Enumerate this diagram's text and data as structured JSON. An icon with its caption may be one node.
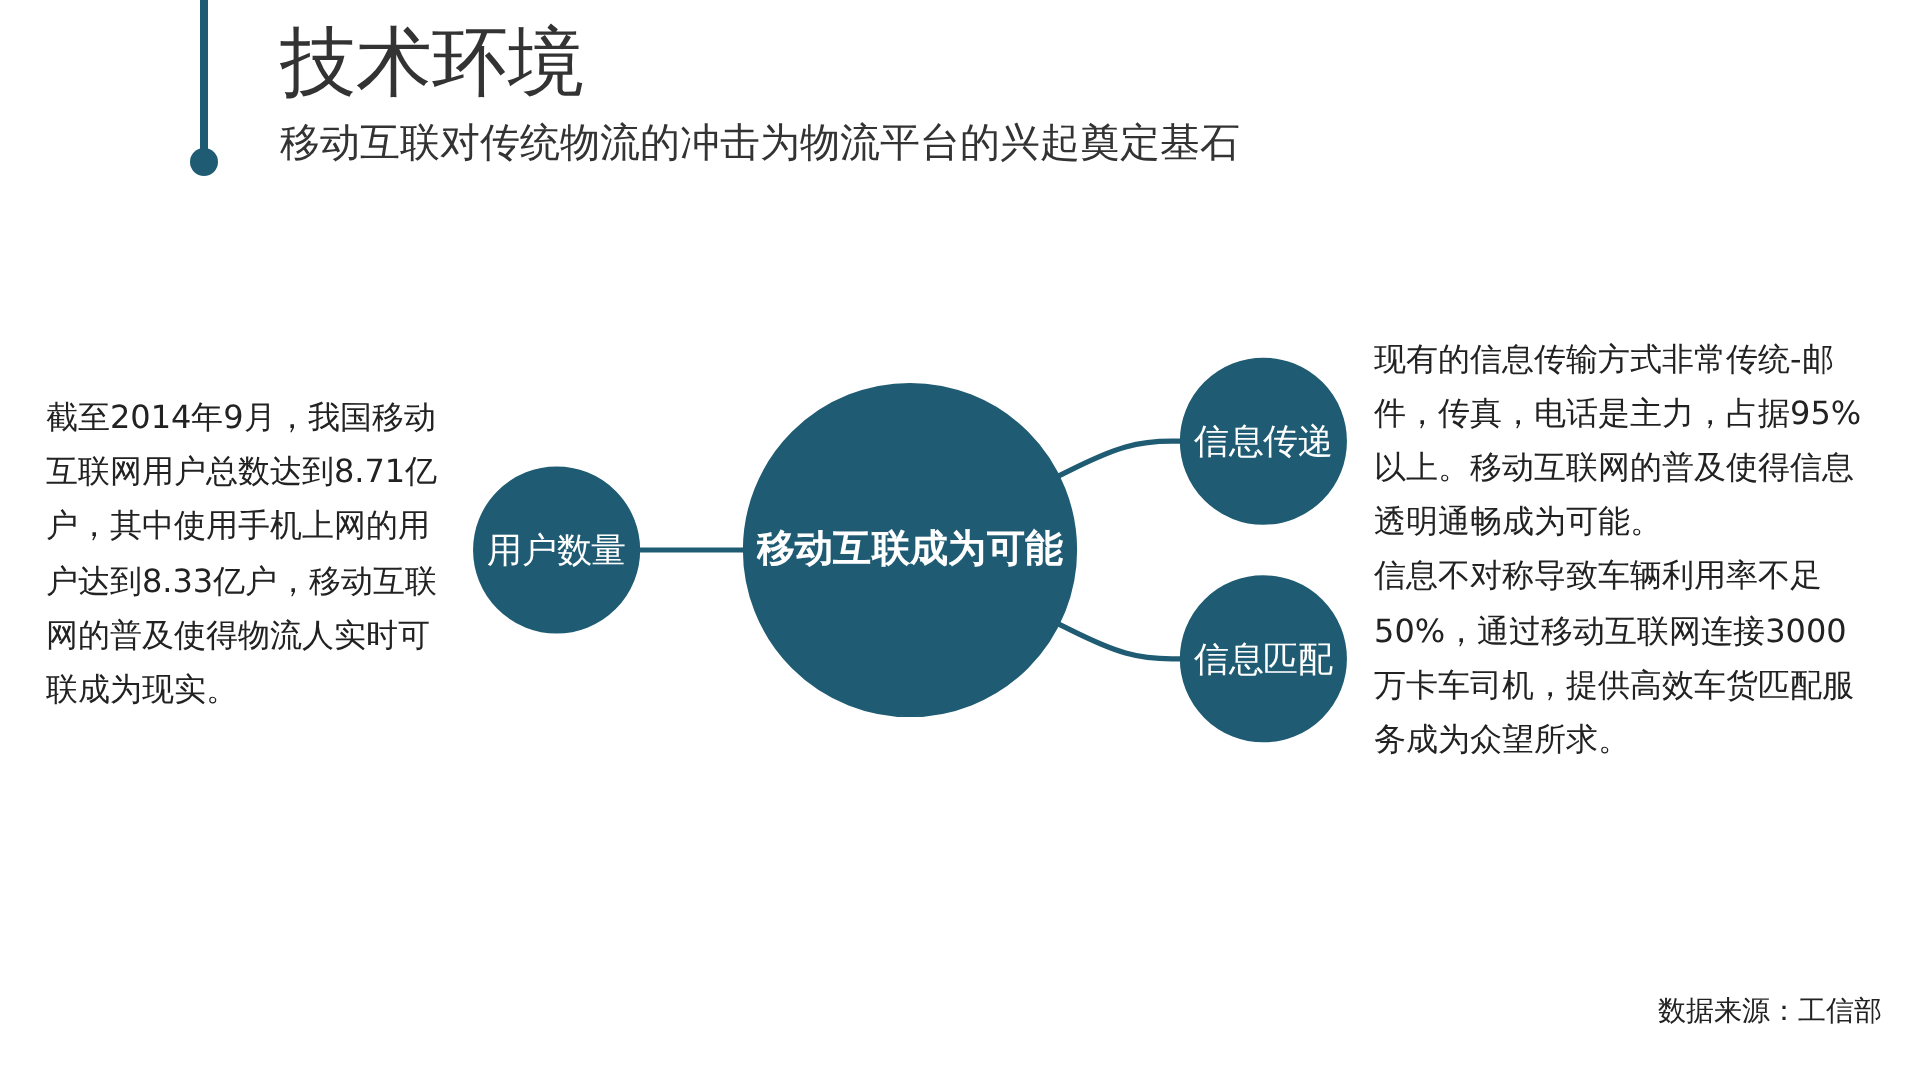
{
  "diagram": {
    "title": "技术环境",
    "nodes": [
      {
        "text": [
          "用户数量"
        ],
        "beside": [
          "截至2014年9月，我国移动互联网用户总数达到8.71亿户，其中使用手机上网的用户达到8.33亿户，移动互联网的普及使得物流人实时可联成为现实。"
        ]
      },
      {
        "text": [
          "移动互联成为可能"
        ]
      },
      {
        "text": [
          "信息传递"
        ],
        "beside": [
          "现有的信息传输方式非常传统-邮件，传真，电话是主力，占据95%以上。移动互联网的普及使得信息透明通畅成为可能。"
        ]
      },
      {
        "text": [
          "信息匹配"
        ],
        "beside": [
          "信息不对称导致车辆利用率不足50%，通过移动互联网连接3000万卡车司机，提供高效车货匹配服务成为众望所求。"
        ]
      }
    ],
    "edges": [
      {
        "from": 0,
        "to": 1,
        "arrow": "none"
      },
      {
        "from": 1,
        "to": 2,
        "arrow": "none"
      },
      {
        "from": 1,
        "to": 3,
        "arrow": "none"
      }
    ],
    "labels": [
      "移动互联对传统物流的冲击为物流平台的兴起奠定基石",
      "数据来源：工信部"
    ]
  }
}
